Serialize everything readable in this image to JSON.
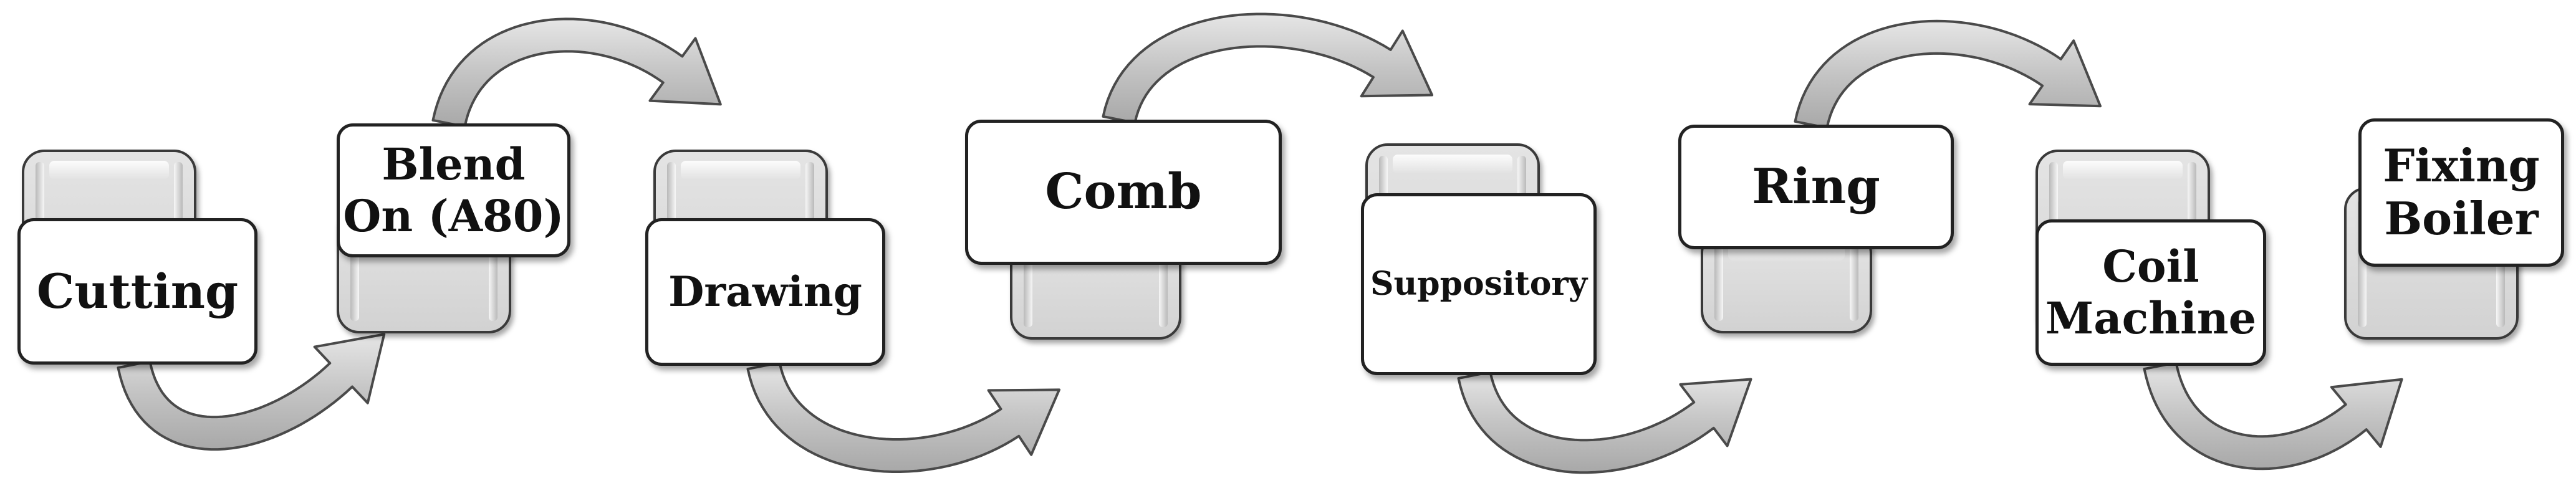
{
  "diagram": {
    "type": "process-flow",
    "stages": [
      {
        "id": "cutting",
        "label": "Cutting"
      },
      {
        "id": "blend",
        "label": "Blend\nOn (A80)"
      },
      {
        "id": "drawing",
        "label": "Drawing"
      },
      {
        "id": "comb",
        "label": "Comb"
      },
      {
        "id": "suppository",
        "label": "Suppository"
      },
      {
        "id": "ring",
        "label": "Ring"
      },
      {
        "id": "coil",
        "label": "Coil\nMachine"
      },
      {
        "id": "fixing",
        "label": "Fixing\nBoiler"
      }
    ],
    "connectors": [
      {
        "from": "cutting",
        "to": "blend"
      },
      {
        "from": "blend",
        "to": "drawing"
      },
      {
        "from": "drawing",
        "to": "comb"
      },
      {
        "from": "comb",
        "to": "suppository"
      },
      {
        "from": "suppository",
        "to": "ring"
      },
      {
        "from": "ring",
        "to": "coil"
      },
      {
        "from": "coil",
        "to": "fixing"
      }
    ],
    "colors": {
      "card": "#d6d6d6",
      "box_fill": "#ffffff",
      "border": "#222222",
      "arrow": "#c4c4c4"
    }
  }
}
